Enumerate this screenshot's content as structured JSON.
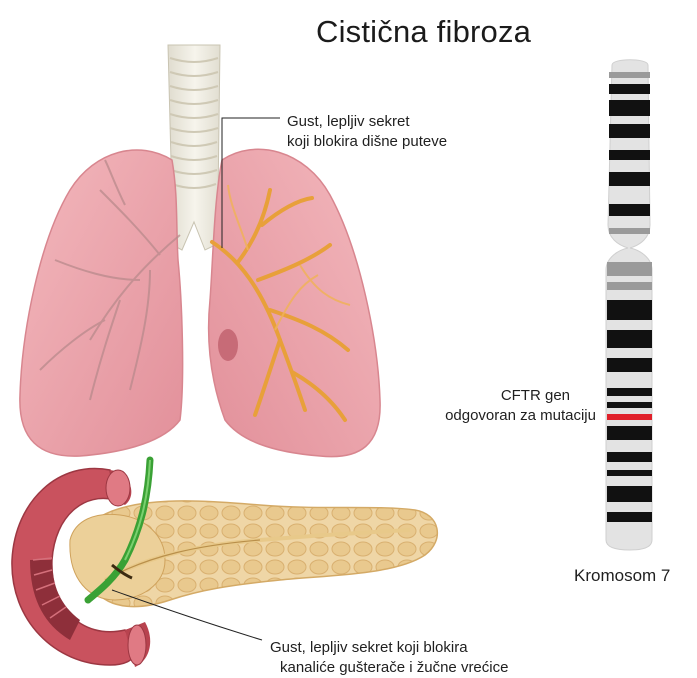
{
  "title": "Cistična fibroza",
  "labels": {
    "lungs": [
      "Gust, lepljiv sekret",
      "koji blokira dišne puteve"
    ],
    "cftr": [
      "CFTR gen",
      "odgovoran za mutaciju"
    ],
    "chromosome": "Kromosom 7",
    "pancreas": [
      "Gust, lepljiv sekret koji blokira",
      "kanaliće gušterače i žučne vrećice"
    ]
  },
  "colors": {
    "lung": "#eea3ab",
    "lung_dark": "#d88690",
    "trachea": "#e9e5d8",
    "mucus": "#e8a03a",
    "pancreas": "#edd3a0",
    "duodenum": "#c9525e",
    "bile_duct": "#3aa135",
    "chrom_band": "#111111",
    "mutation": "#e0202a"
  },
  "icons": [
    "lungs-illustration",
    "pancreas-illustration",
    "chromosome-7-illustration"
  ]
}
